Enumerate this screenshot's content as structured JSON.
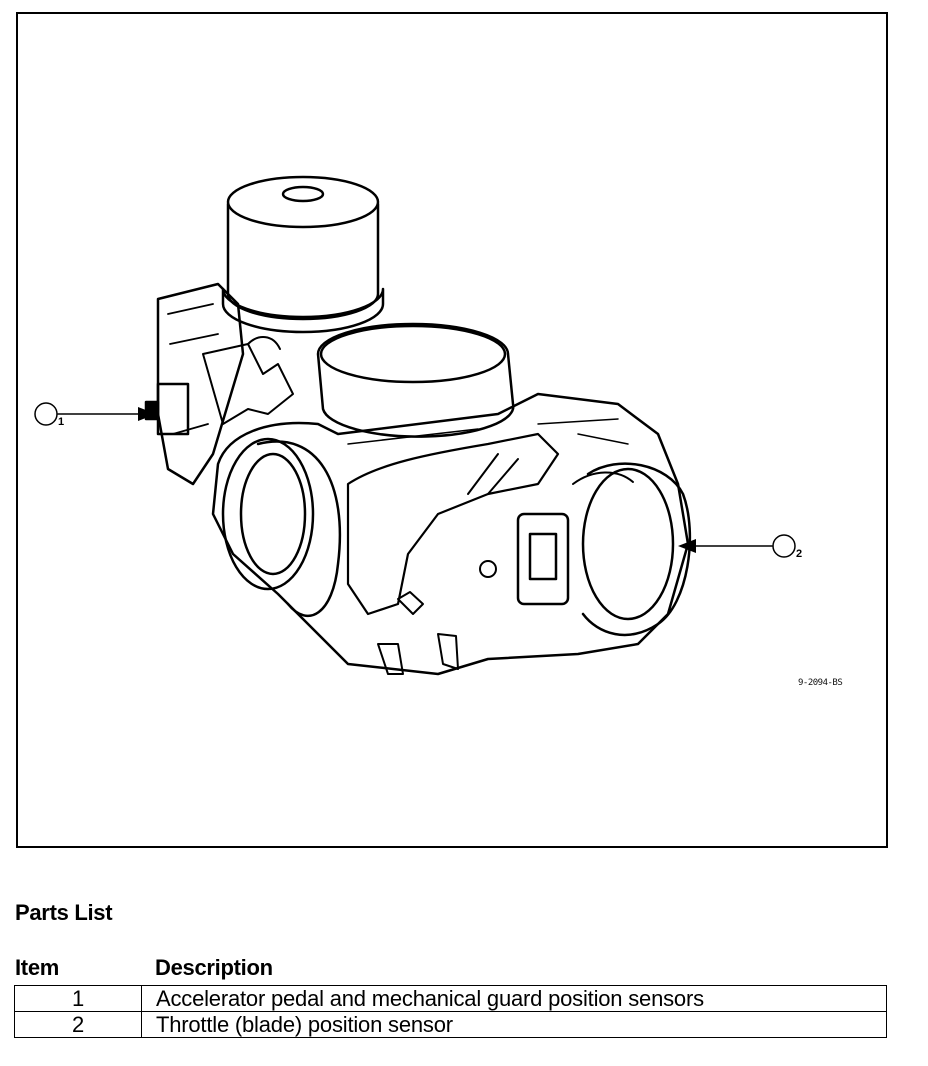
{
  "figure": {
    "code": "9-2094-BS",
    "callouts": [
      "1",
      "2"
    ]
  },
  "parts_list": {
    "title": "Parts List",
    "headers": {
      "item": "Item",
      "description": "Description"
    },
    "rows": [
      {
        "item": "1",
        "description": "Accelerator pedal and mechanical guard position sensors"
      },
      {
        "item": "2",
        "description": "Throttle (blade) position sensor"
      }
    ]
  }
}
